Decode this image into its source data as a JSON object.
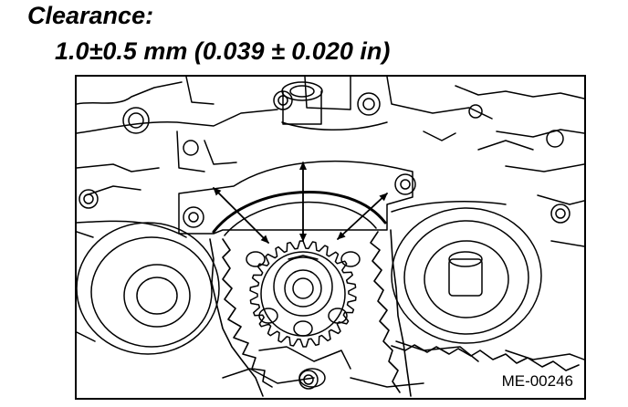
{
  "heading": {
    "label": "Clearance:",
    "value": "1.0±0.5 mm (0.039 ± 0.020 in)"
  },
  "figure": {
    "code": "ME-00246"
  },
  "colors": {
    "ink": "#000000",
    "paper": "#ffffff"
  },
  "icons": {
    "arrow": "arrow-icon"
  }
}
